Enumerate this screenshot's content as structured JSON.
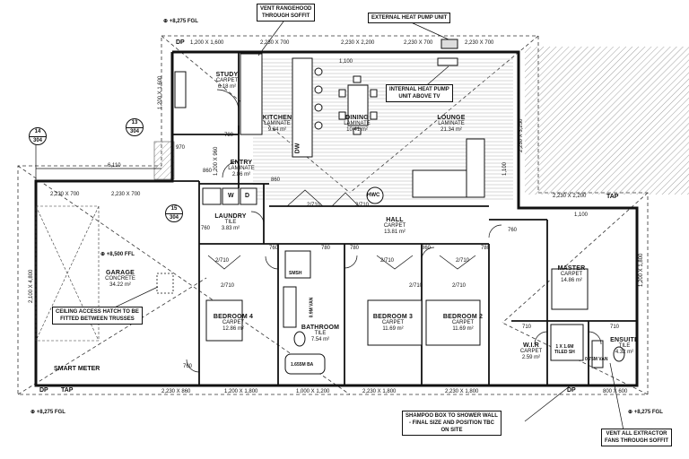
{
  "rooms": {
    "study": {
      "name": "STUDY",
      "finish": "CARPET",
      "area": "6.18 m²"
    },
    "kitchen": {
      "name": "KITCHEN",
      "finish": "LAMINATE",
      "area": "9.84 m²"
    },
    "dining": {
      "name": "DINING",
      "finish": "LAMINATE",
      "area": "10.41 m²"
    },
    "lounge": {
      "name": "LOUNGE",
      "finish": "LAMINATE",
      "area": "21.34 m²"
    },
    "entry": {
      "name": "ENTRY",
      "finish": "LAMINATE",
      "area": "2.86 m²"
    },
    "laundry": {
      "name": "LAUNDRY",
      "finish": "TILE",
      "area": "3.83 m²"
    },
    "hall": {
      "name": "HALL",
      "finish": "CARPET",
      "area": "13.81 m²"
    },
    "garage": {
      "name": "GARAGE",
      "finish": "CONCRETE",
      "area": "34.22 m²"
    },
    "bedroom4": {
      "name": "BEDROOM 4",
      "finish": "CARPET",
      "area": "12.86 m²"
    },
    "bathroom": {
      "name": "BATHROOM",
      "finish": "TILE",
      "area": "7.54 m²"
    },
    "bedroom3": {
      "name": "BEDROOM 3",
      "finish": "CARPET",
      "area": "11.69 m²"
    },
    "bedroom2": {
      "name": "BEDROOM 2",
      "finish": "CARPET",
      "area": "11.69 m²"
    },
    "master": {
      "name": "MASTER",
      "finish": "CARPET",
      "area": "14.86 m²"
    },
    "wir": {
      "name": "W.I.R",
      "finish": "CARPET",
      "area": "2.59 m²"
    },
    "ensuite": {
      "name": "ENSUITE",
      "finish": "TILE",
      "area": "4.32 m²"
    }
  },
  "notes": {
    "rangehood": "VENT RANGEHOOD\nTHROUGH SOFFIT",
    "external_hp": "EXTERNAL HEAT PUMP UNIT",
    "internal_hp": "INTERNAL HEAT PUMP\nUNIT ABOVE TV",
    "ceiling_hatch": "CEILING ACCESS HATCH TO BE\nFITTED BETWEEN TRUSSES",
    "smart_meter": "SMART METER",
    "shampoo": "SHAMPOO BOX TO SHOWER WALL\n- FINAL SIZE AND POSITION TBC\nON SITE",
    "vent_fans": "VENT ALL EXTRACTOR\nFANS THROUGH SOFFIT"
  },
  "levels": {
    "top_left": "+8,275 FGL",
    "garage_ffl": "+8,500 FFL",
    "bottom_left": "+8,275 FGL",
    "bottom_right": "+8,275 FGL"
  },
  "callouts": [
    {
      "top": "14",
      "bottom": "304"
    },
    {
      "top": "13",
      "bottom": "304"
    },
    {
      "top": "15",
      "bottom": "304"
    }
  ],
  "tags": {
    "dp_top": "DP",
    "dp_left": "DP",
    "tap_left": "TAP",
    "dp_bottom": "DP",
    "tap_right": "TAP"
  },
  "appliances": {
    "dw": "DW",
    "w": "W",
    "d": "D",
    "hwc": "HWC",
    "smsh": "SMSH",
    "sh": "1 X 1.6M\nTILED SH",
    "van_bath": "0.9M VAN",
    "van_ens": "0.75M VAN",
    "bath": "1.655M BA"
  },
  "dims": {
    "top_1": "1,200 X 1,600",
    "top_2": "2,230 X 700",
    "top_3": "2,230 X 2,200",
    "top_4": "2,230 X 700",
    "top_5": "2,230 X 700",
    "top_inner": "1,100",
    "study_w": "1,200 X 1,600",
    "d780a": "780",
    "d960": "1,200 X 960",
    "d970": "970",
    "d860a": "860",
    "d860b": "860",
    "d6110": "6,110",
    "gar_1": "2,230 X 700",
    "gar_2": "2,230 X 700",
    "gar_side": "2,100 X 4,800",
    "right_side": "2,230 X 3,250",
    "d1100b": "1,100",
    "right_1": "2,230 X 2,200",
    "d1100c": "1,100",
    "right_2": "1,200 X 1,800",
    "d2710a": "2/710",
    "d2710b": "2/710",
    "d2710c": "2/710",
    "d2710d": "2/710",
    "d2710e": "2/710",
    "d2710f": "2/710",
    "d2710g": "2/710",
    "d2710h": "2/710",
    "d760a": "760",
    "d760b": "760",
    "d760c": "760",
    "d760d": "760",
    "d780b": "780",
    "d780c": "780",
    "d780d": "780",
    "d860c": "860",
    "d710a": "710",
    "d710b": "710",
    "bot_1": "2,230 X 860",
    "bot_2": "1,200 X 1,800",
    "bot_3": "1,000 X 1,200",
    "bot_4": "2,230 X 1,800",
    "bot_5": "2,230 X 1,800",
    "bot_6": "800 X 600"
  }
}
